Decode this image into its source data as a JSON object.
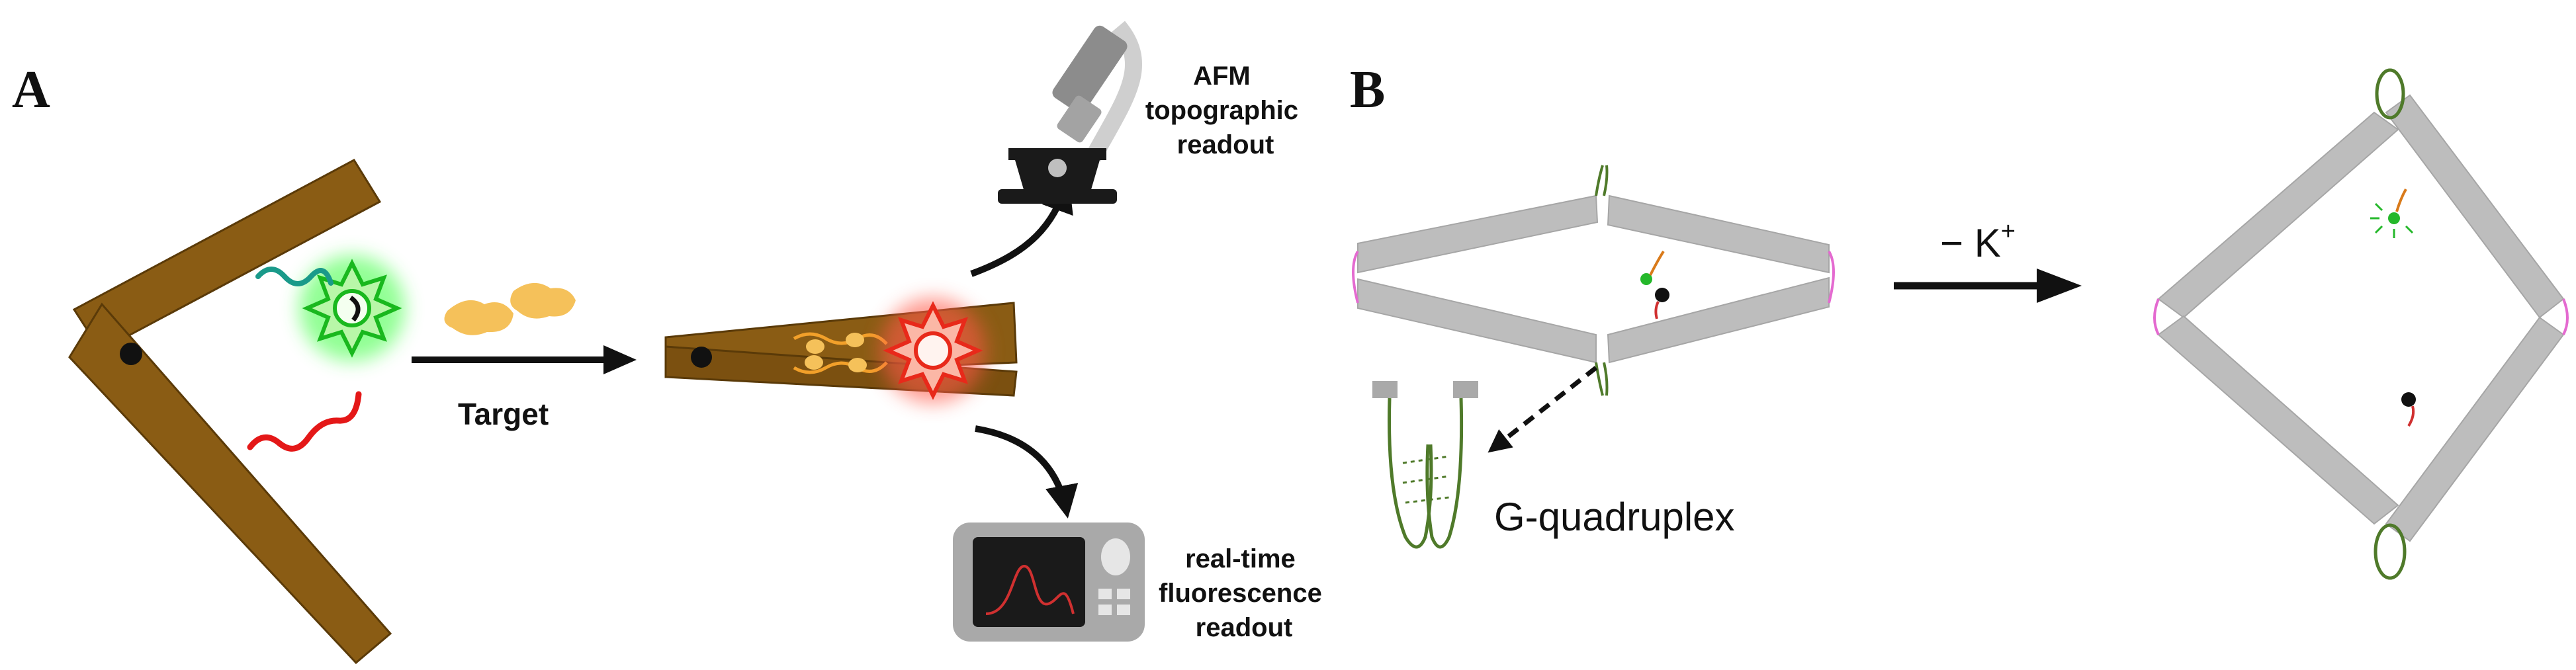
{
  "panels": {
    "a": {
      "label": "A"
    },
    "b": {
      "label": "B"
    }
  },
  "panel_a": {
    "arrow_label": "Target",
    "afm_readout": [
      "AFM",
      "topographic",
      "readout"
    ],
    "fluorescence_readout": [
      "real-time",
      "fluorescence",
      "readout"
    ]
  },
  "panel_b": {
    "arrow_label": "− K",
    "arrow_label_superscript": "+",
    "structure_label": "G-quadruplex"
  },
  "colors": {
    "origami_brown": "#8a5c14",
    "origami_gray": "#bdbdbd",
    "fluorophore_green": "#25d82b",
    "fluorophore_red": "#f04a3a",
    "quencher_black": "#111111",
    "dna_green": "#4f7a2a",
    "target_yellow": "#f5c15a",
    "hinge_pink": "#e46ad0"
  }
}
